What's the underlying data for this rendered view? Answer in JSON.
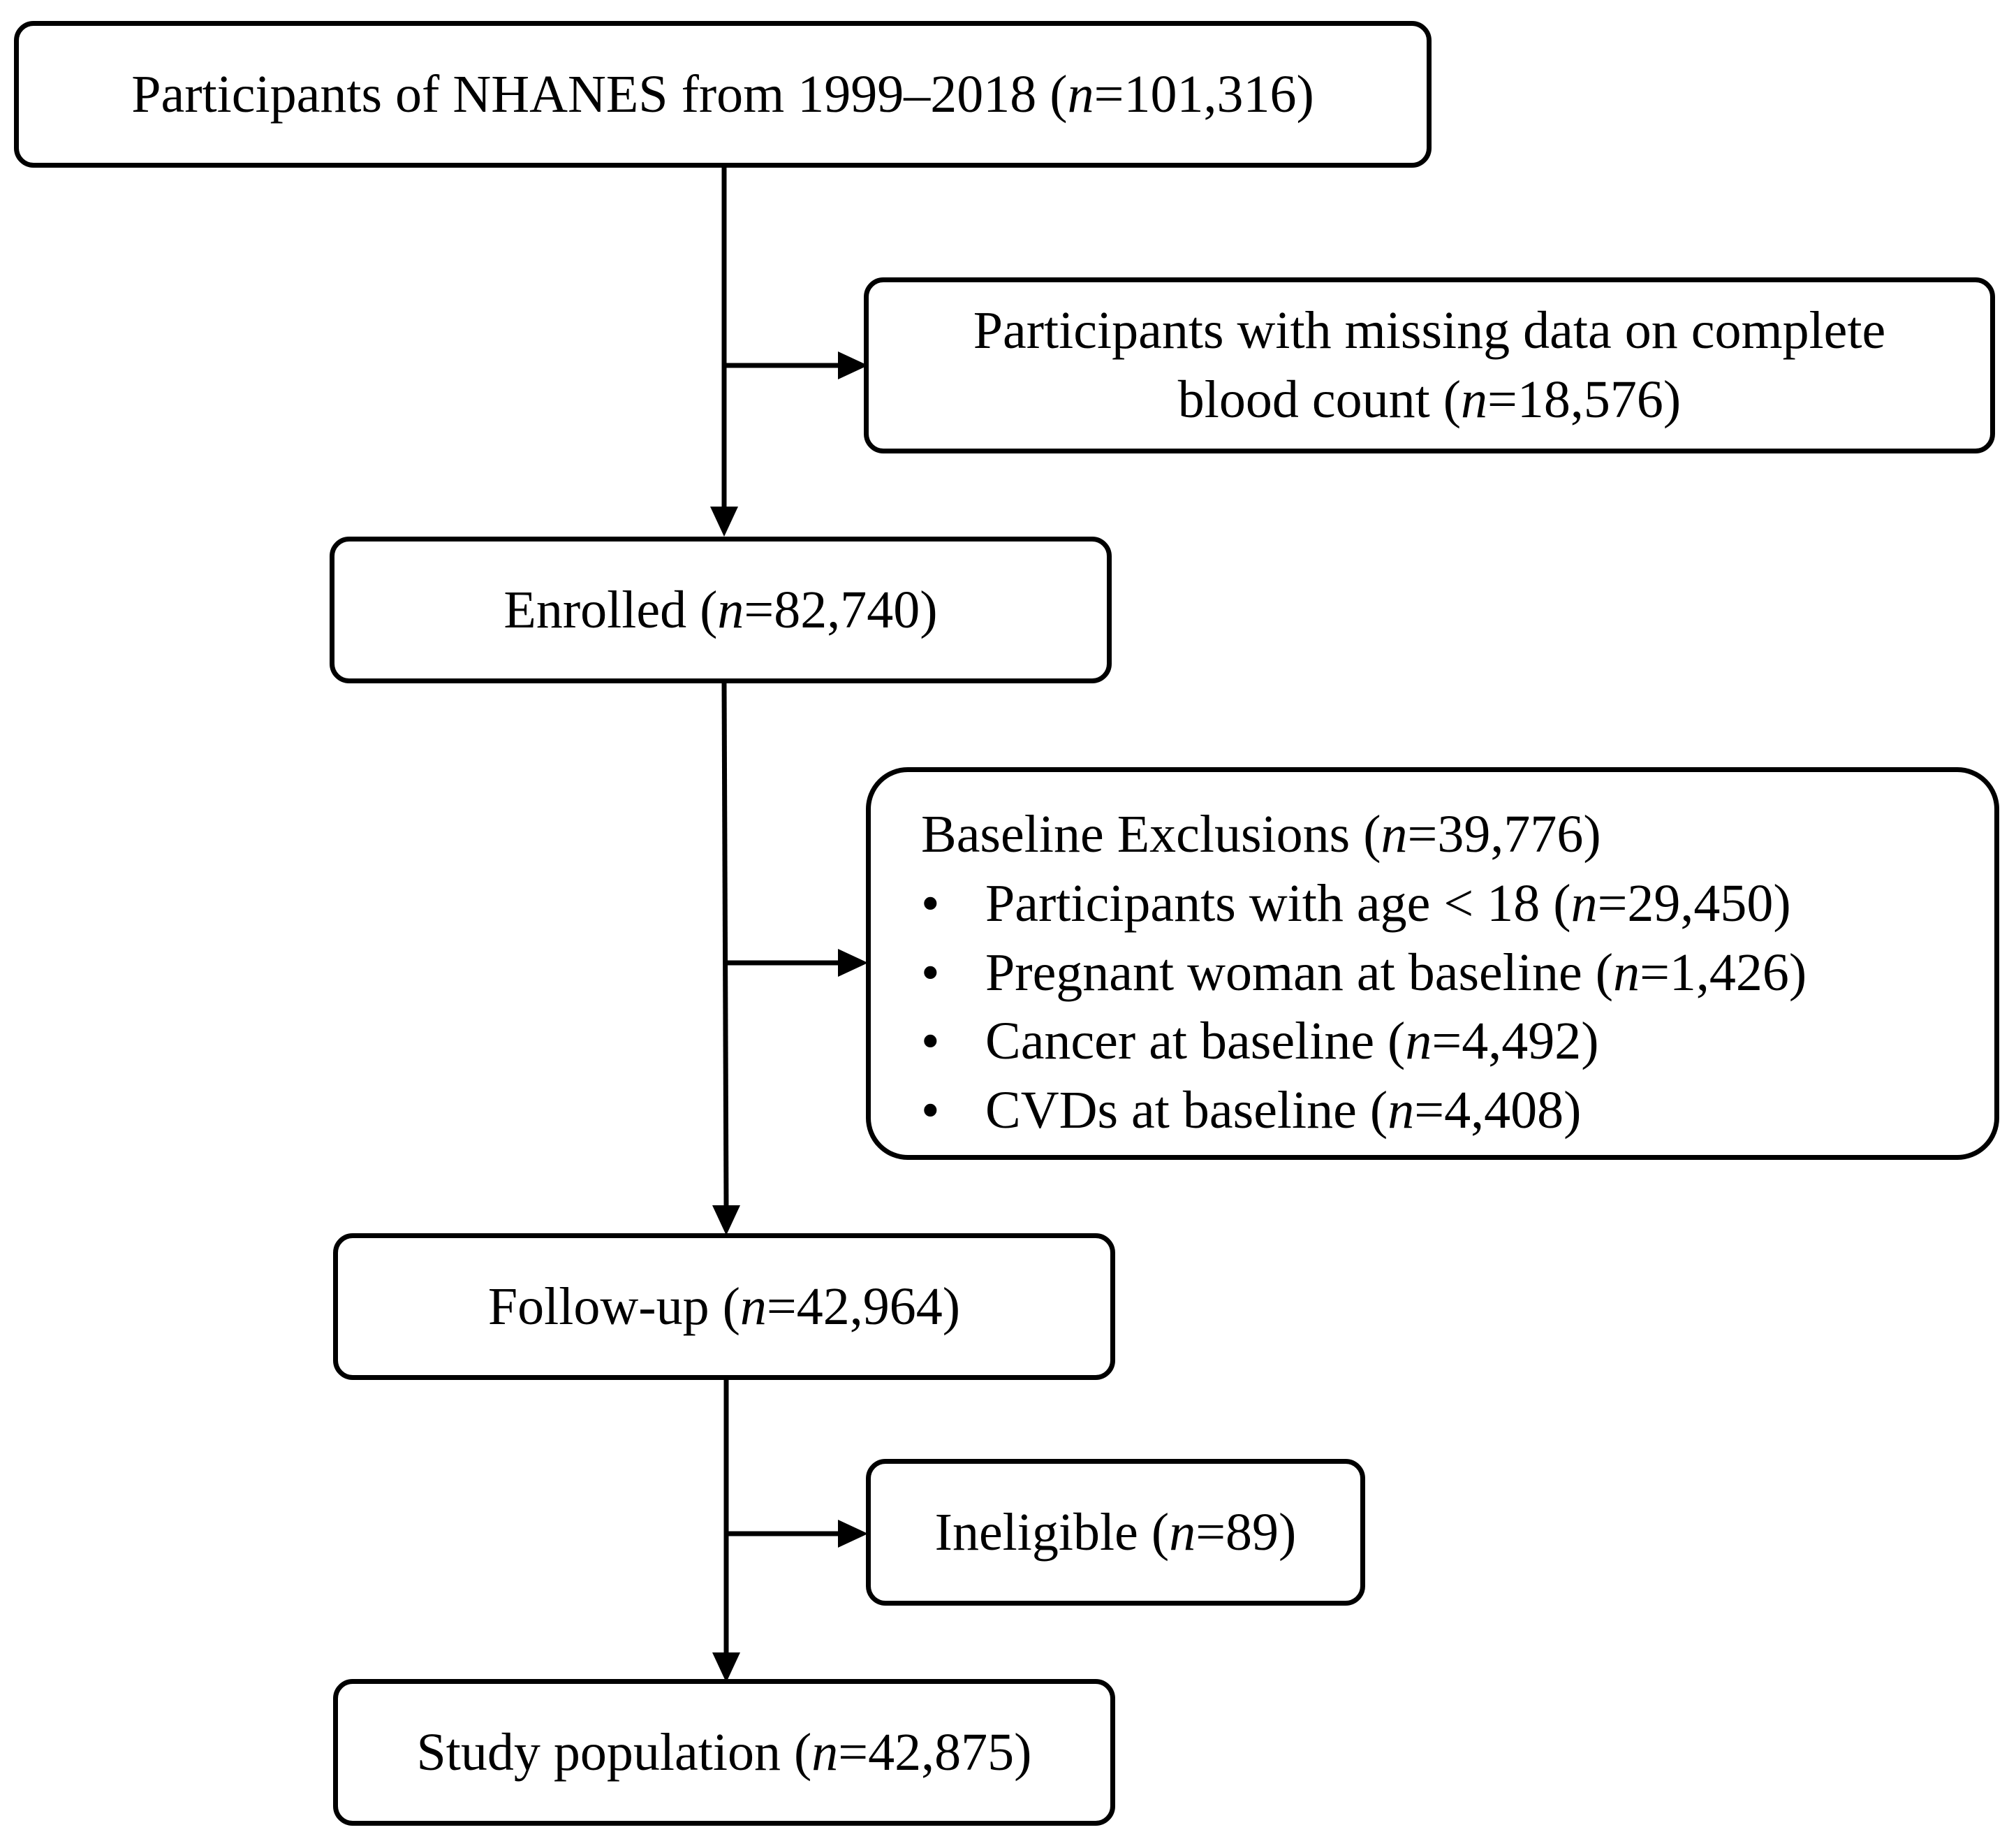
{
  "flowchart": {
    "participants": {
      "label": "Participants of NHANES from 1999–2018 (",
      "n_symbol": "n",
      "value": "=101,316)"
    },
    "missing_cbc": {
      "line1": "Participants with missing data on complete",
      "label": "blood count (",
      "n_symbol": "n",
      "value": "=18,576)"
    },
    "enrolled": {
      "label": "Enrolled (",
      "n_symbol": "n",
      "value": "=82,740)"
    },
    "baseline_exclusions": {
      "label": "Baseline Exclusions (",
      "n_symbol": "n",
      "value": "=39,776)",
      "bullet": "•",
      "items": [
        {
          "label": "Participants with age < 18 (",
          "n_symbol": "n",
          "value": "=29,450)"
        },
        {
          "label": "Pregnant woman at baseline (",
          "n_symbol": "n",
          "value": "=1,426)"
        },
        {
          "label": "Cancer at baseline (",
          "n_symbol": "n",
          "value": "=4,492)"
        },
        {
          "label": "CVDs at baseline (",
          "n_symbol": "n",
          "value": "=4,408)"
        }
      ]
    },
    "follow_up": {
      "label": "Follow-up (",
      "n_symbol": "n",
      "value": "=42,964)"
    },
    "ineligible": {
      "label": "Ineligible (",
      "n_symbol": "n",
      "value": "=89)"
    },
    "study_population": {
      "label": "Study population (",
      "n_symbol": "n",
      "value": "=42,875)"
    }
  }
}
